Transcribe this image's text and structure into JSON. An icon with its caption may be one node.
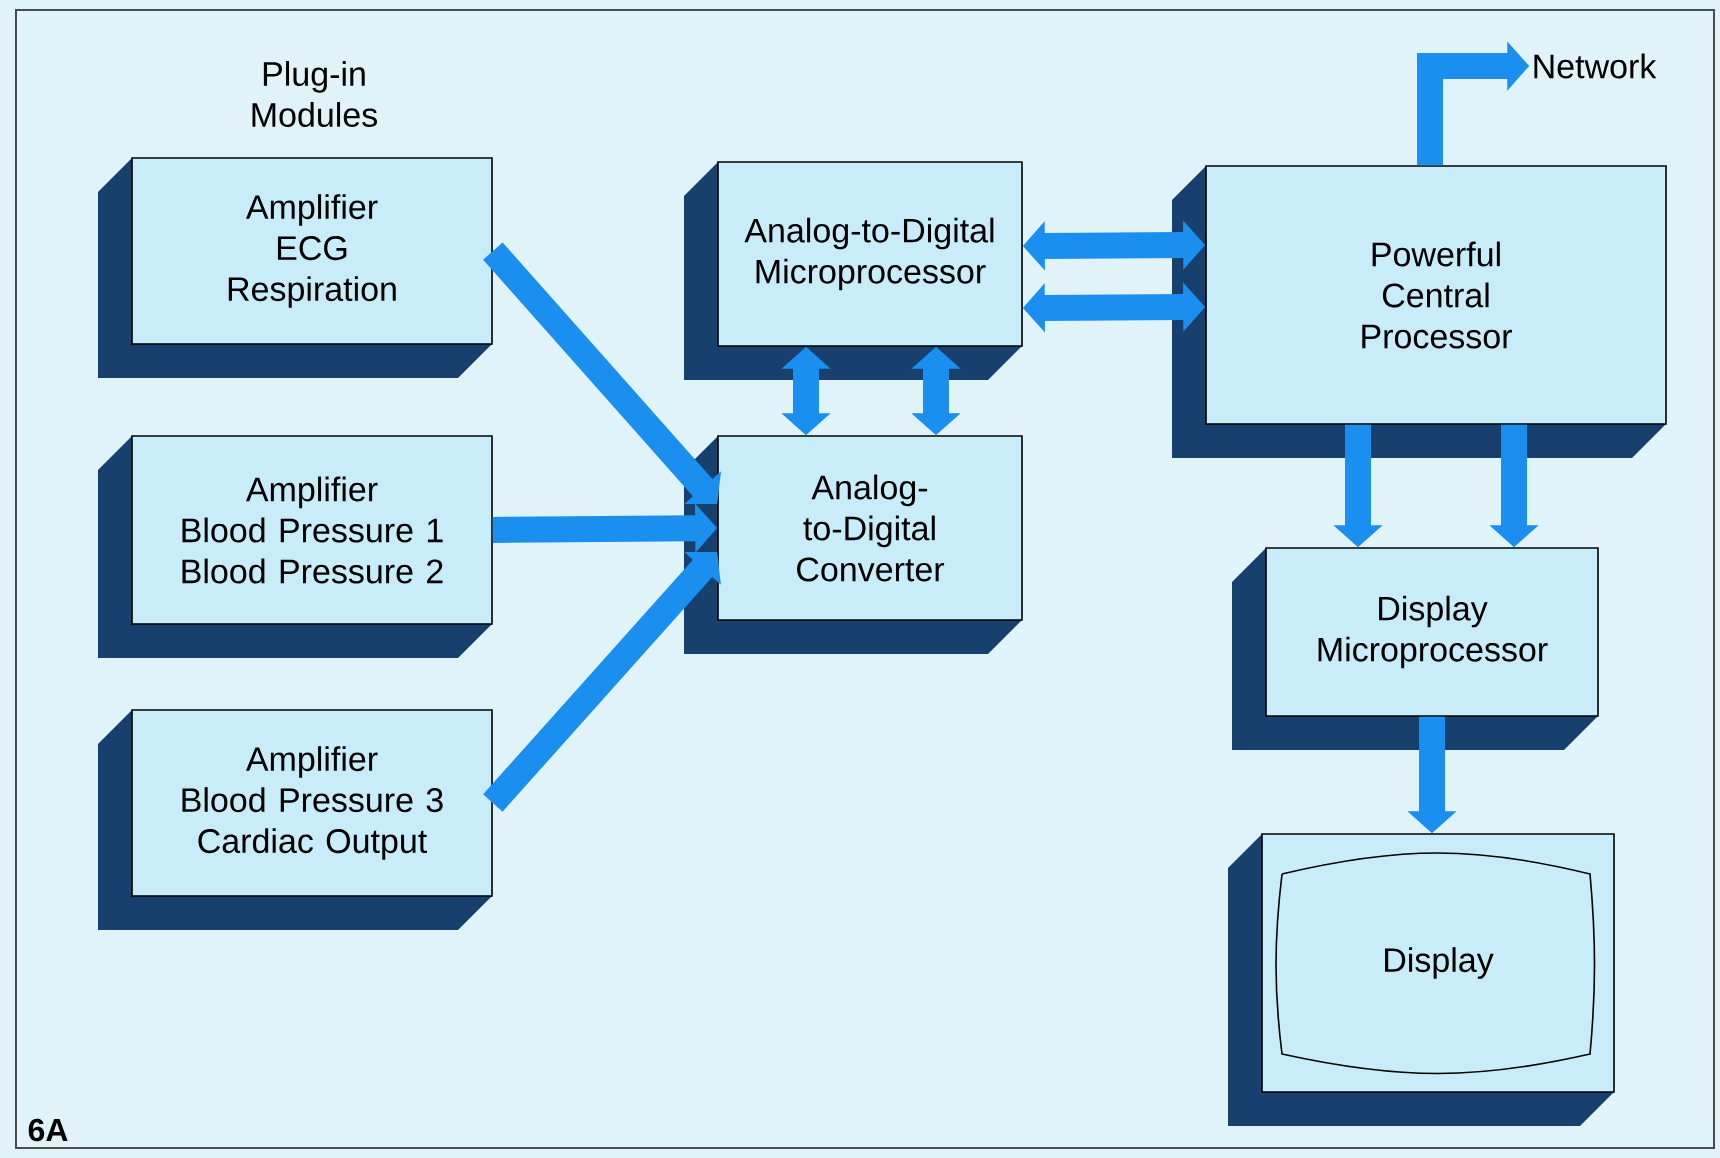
{
  "diagram": {
    "nodes": [
      {
        "text": [
          "Amplifier",
          "ECG",
          "Respiration"
        ]
      },
      {
        "text": [
          "Amplifier",
          "Blood Pressure 1",
          "Blood Pressure 2"
        ]
      },
      {
        "text": [
          "Amplifier",
          "Blood Pressure 3",
          "Cardiac Output"
        ]
      },
      {
        "text": [
          "Analog-to-Digital Microprocessor"
        ]
      },
      {
        "text": [
          "Analog-to-Digital Converter"
        ]
      },
      {
        "text": [
          "Powerful Central Processor"
        ]
      },
      {
        "text": [
          "Display Microprocessor"
        ]
      },
      {
        "text": [
          "Display"
        ]
      },
      {
        "text": [
          "Network"
        ]
      }
    ],
    "edges": [
      {
        "from": 0,
        "to": 4,
        "arrow": "to"
      },
      {
        "from": 1,
        "to": 4,
        "arrow": "to"
      },
      {
        "from": 2,
        "to": 4,
        "arrow": "to"
      },
      {
        "from": 3,
        "to": 4,
        "arrow": "both"
      },
      {
        "from": 3,
        "to": 4,
        "arrow": "both"
      },
      {
        "from": 3,
        "to": 5,
        "arrow": "both"
      },
      {
        "from": 3,
        "to": 5,
        "arrow": "both"
      },
      {
        "from": 5,
        "to": 6,
        "arrow": "to"
      },
      {
        "from": 5,
        "to": 6,
        "arrow": "to"
      },
      {
        "from": 6,
        "to": 7,
        "arrow": "to"
      },
      {
        "from": 5,
        "to": 8,
        "arrow": "to"
      }
    ],
    "labels": [
      "Plug-in Modules",
      "6A"
    ]
  }
}
